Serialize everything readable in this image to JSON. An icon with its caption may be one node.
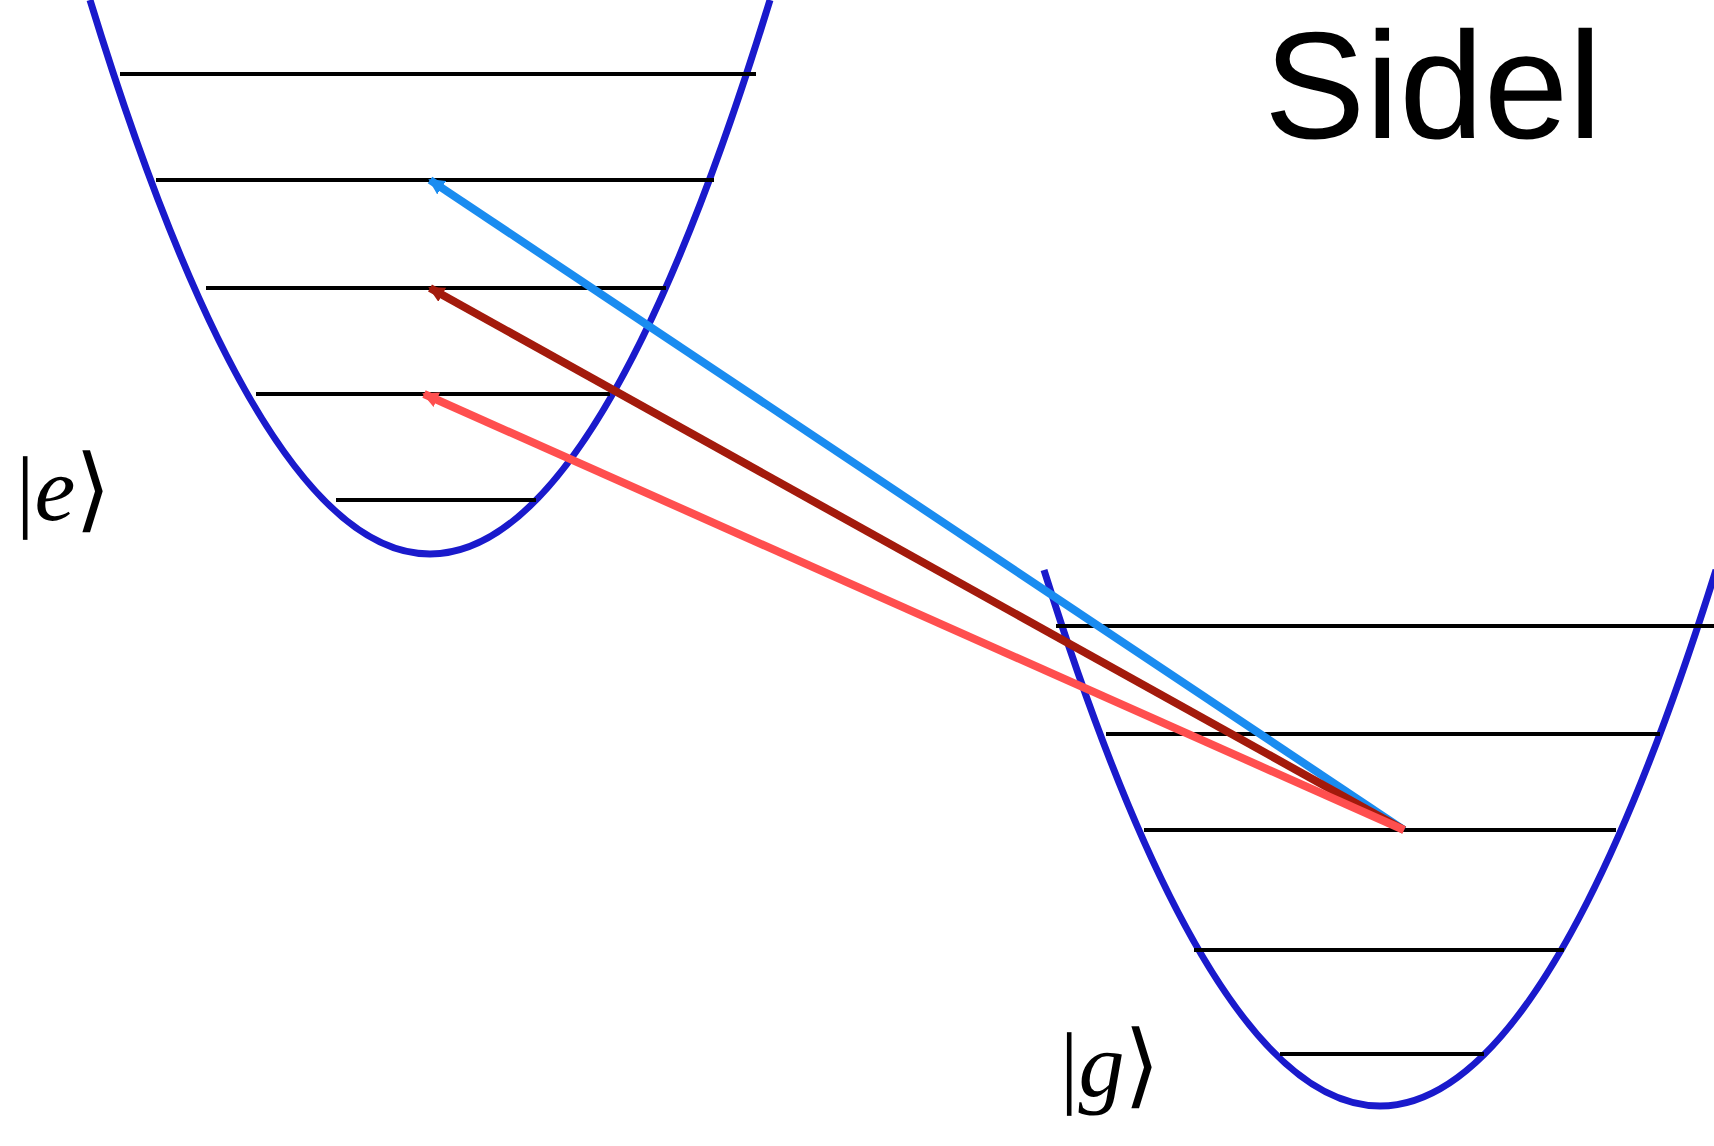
{
  "diagram": {
    "nodes": [
      {
        "text": [],
        "shape": "bar"
      },
      {
        "text": [],
        "shape": "bar"
      },
      {
        "text": [],
        "shape": "bar"
      },
      {
        "text": [],
        "shape": "bar"
      },
      {
        "text": [],
        "shape": "bar"
      },
      {
        "text": [],
        "shape": "bar"
      },
      {
        "text": [],
        "shape": "bar"
      },
      {
        "text": [],
        "shape": "bar"
      },
      {
        "text": [],
        "shape": "bar"
      },
      {
        "text": [],
        "shape": "bar"
      }
    ],
    "edges": [
      {
        "from": 7,
        "to": 1,
        "arrow": "to",
        "color": "#1a8cf0"
      },
      {
        "from": 7,
        "to": 2,
        "arrow": "to",
        "color": "#a31a0c"
      },
      {
        "from": 7,
        "to": 3,
        "arrow": "to",
        "color": "#ff4f4f"
      }
    ],
    "labels": [
      "Sidel",
      "|*e*⟩",
      "|*g*⟩"
    ]
  }
}
